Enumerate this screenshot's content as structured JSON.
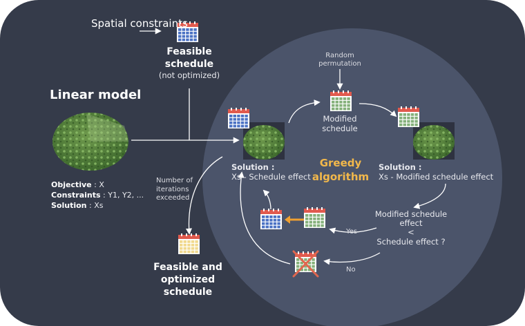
{
  "inputs": {
    "spatial_constraints": "Spatial\nconstraints",
    "feasible_schedule_title": "Feasible\nschedule",
    "feasible_schedule_note": "(not optimized)"
  },
  "linear_model": {
    "title": "Linear model",
    "objective_label": "Objective",
    "objective_value": " : X",
    "constraints_label": "Constraints",
    "constraints_value": " : Y1, Y2, ...",
    "solution_label": "Solution",
    "solution_value": " : Xs"
  },
  "loop": {
    "random_permutation": "Random\npermutation",
    "modified_schedule": "Modified\nschedule",
    "solution_left_label": "Solution :",
    "solution_left_value": "Xs - Schedule effect",
    "solution_right_label": "Solution :",
    "solution_right_value": "Xs - Modified schedule effect",
    "greedy_algorithm": "Greedy\nalgorithm",
    "comparison": "Modified schedule effect\n<\nSchedule effect ?",
    "yes": "Yes",
    "no": "No",
    "iterations_exceeded": "Number of\niterations\nexceeded"
  },
  "output": {
    "feasible_optimized": "Feasible and\noptimized\nschedule"
  },
  "colors": {
    "background": "#353b4a",
    "circle": "#4b546a",
    "accent_gold": "#f2b84b",
    "arrow_orange": "#f0a030",
    "cross_red": "#e0674f",
    "calendar_red": "#e05a4e",
    "calendar_blue": "#4b72c4",
    "calendar_green": "#84b07a",
    "calendar_yellow": "#f1d98e"
  },
  "icons": [
    "calendar-icon",
    "forest-map-icon",
    "cross-icon",
    "arrow-icon"
  ]
}
